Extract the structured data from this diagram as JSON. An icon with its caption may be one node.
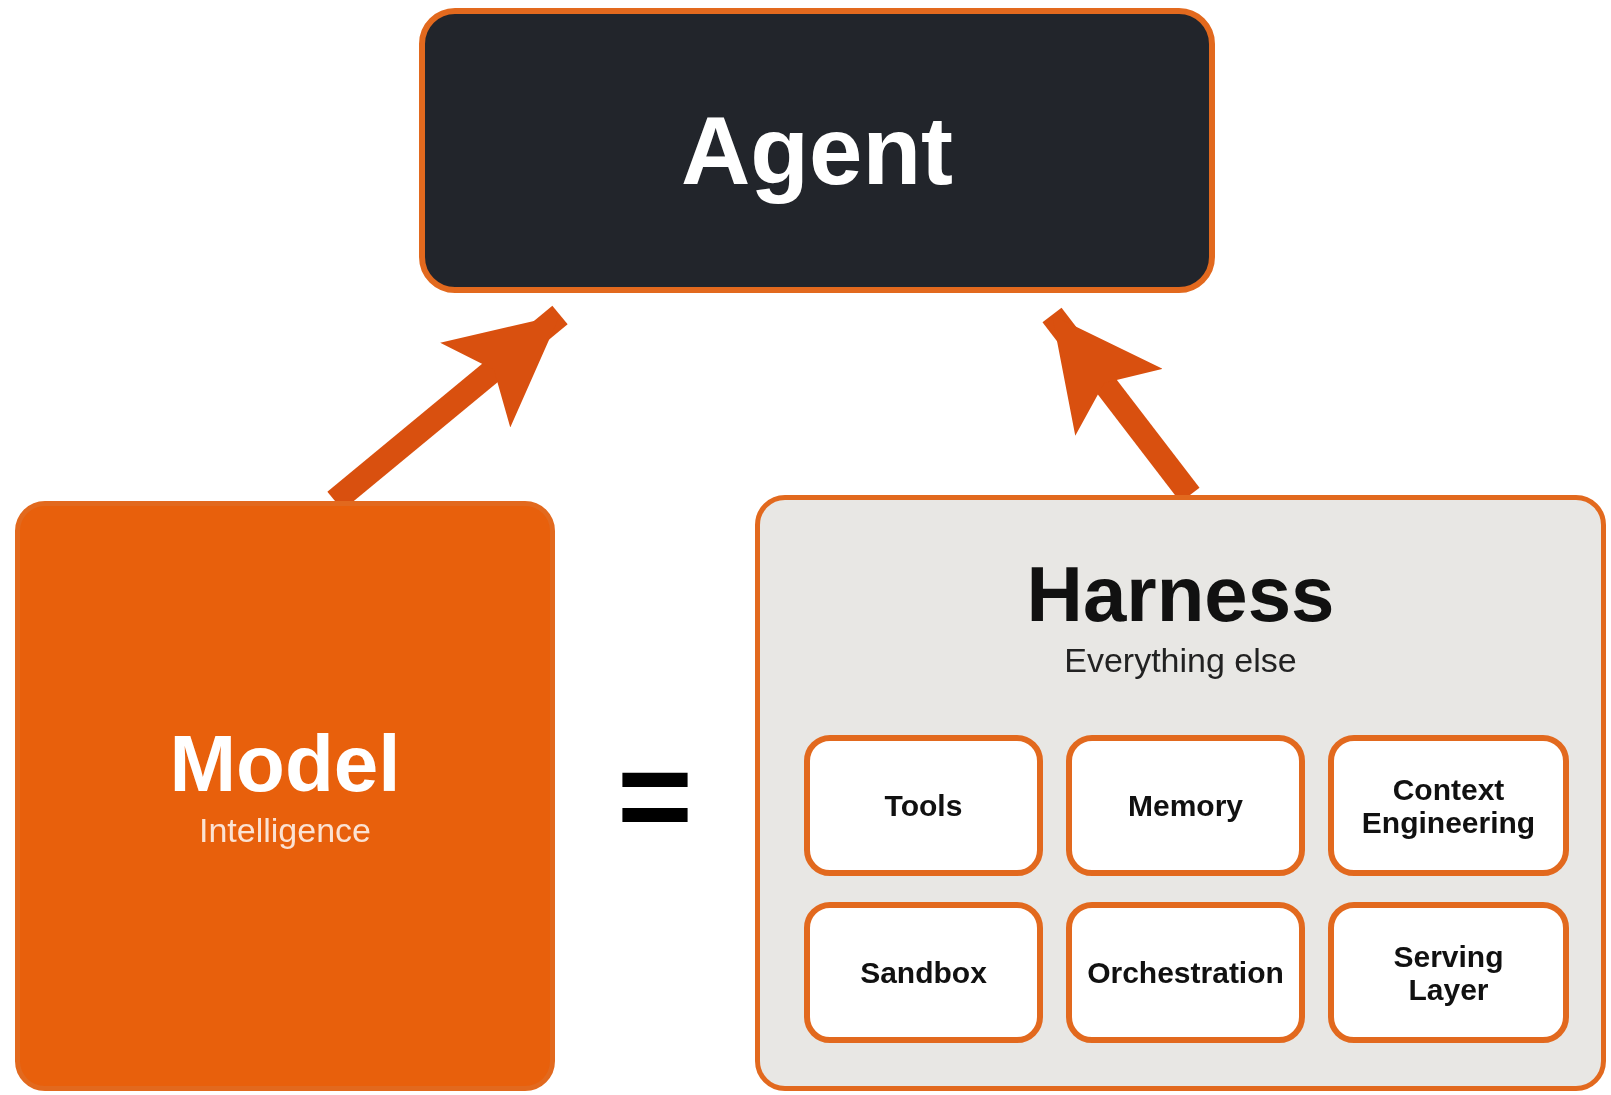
{
  "diagram": {
    "nodes": [
      {
        "text": [
          "Agent"
        ]
      },
      {
        "text": [
          "Model",
          "Intelligence"
        ]
      },
      {
        "text": [
          "Harness",
          "Everything else"
        ]
      },
      {
        "text": [
          "Tools"
        ],
        "in": 2
      },
      {
        "text": [
          "Memory"
        ],
        "in": 2
      },
      {
        "text": [
          "Context Engineering"
        ],
        "in": 2
      },
      {
        "text": [
          "Sandbox"
        ],
        "in": 2
      },
      {
        "text": [
          "Orchestration"
        ],
        "in": 2
      },
      {
        "text": [
          "Serving Layer"
        ],
        "in": 2
      }
    ],
    "edges": [
      {
        "from": 1,
        "to": 0,
        "arrow": "to"
      },
      {
        "from": 2,
        "to": 0,
        "arrow": "to"
      }
    ],
    "labels": [
      "="
    ]
  }
}
